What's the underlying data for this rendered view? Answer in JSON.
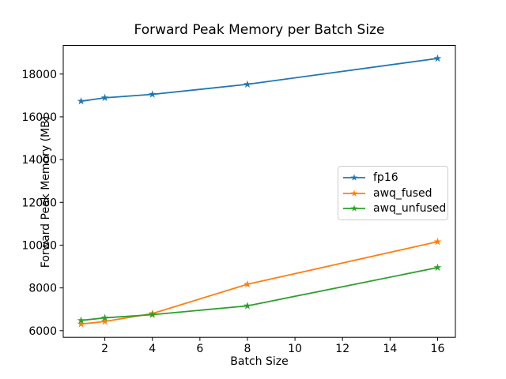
{
  "chart_data": {
    "type": "line",
    "title": "Forward Peak Memory per Batch Size",
    "xlabel": "Batch Size",
    "ylabel": "Forward Peak Memory (MB)",
    "x": [
      1,
      2,
      4,
      8,
      16
    ],
    "series": [
      {
        "name": "fp16",
        "color": "#1f77b4",
        "values": [
          16730,
          16890,
          17050,
          17520,
          18730
        ]
      },
      {
        "name": "awq_fused",
        "color": "#ff7f0e",
        "values": [
          6310,
          6430,
          6800,
          8170,
          10160
        ]
      },
      {
        "name": "awq_unfused",
        "color": "#2ca02c",
        "values": [
          6480,
          6600,
          6750,
          7160,
          8950
        ]
      }
    ],
    "marker": "star",
    "xlim": [
      0.25,
      16.75
    ],
    "ylim": [
      5690,
      19340
    ],
    "xticks": [
      2,
      4,
      6,
      8,
      10,
      12,
      14,
      16
    ],
    "yticks": [
      6000,
      8000,
      10000,
      12000,
      14000,
      16000,
      18000
    ],
    "grid": false,
    "legend_position": "center right",
    "axis_color": "#000000",
    "background": "#ffffff"
  }
}
